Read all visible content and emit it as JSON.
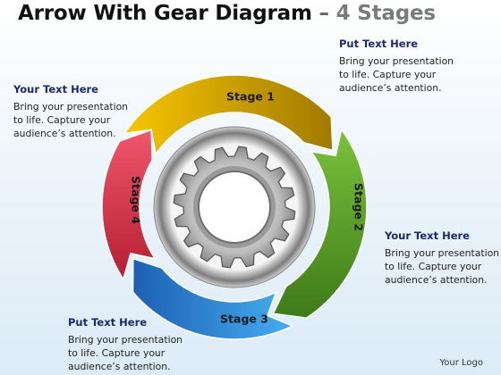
{
  "title": {
    "main": "Arrow With Gear Diagram",
    "separator": "–",
    "stages": "4 Stages"
  },
  "text_blocks": [
    {
      "heading": "Put Text Here",
      "body": [
        "Bring your presentation",
        "to life. Capture your",
        "audience’s attention."
      ]
    },
    {
      "heading": "Your Text Here",
      "body": [
        "Bring your presentation",
        "to life. Capture your",
        "audience’s attention."
      ]
    },
    {
      "heading": "Your Text Here",
      "body": [
        "Bring your presentation",
        "to life. Capture your",
        "audience’s attention."
      ]
    },
    {
      "heading": "Put Text Here",
      "body": [
        "Bring your presentation",
        "to life. Capture your",
        "audience’s attention."
      ]
    }
  ],
  "stages": [
    {
      "label": "Stage 1",
      "color_light": "#f7c600",
      "color_dark": "#a07a00",
      "icon": "arrow-segment"
    },
    {
      "label": "Stage 2",
      "color_light": "#79c23c",
      "color_dark": "#3f7a18",
      "icon": "arrow-segment"
    },
    {
      "label": "Stage 3",
      "color_light": "#46aef0",
      "color_dark": "#1d5fb5",
      "icon": "arrow-segment"
    },
    {
      "label": "Stage 4",
      "color_light": "#f0566c",
      "color_dark": "#b51e33",
      "icon": "arrow-segment"
    }
  ],
  "center_icon": "gear-icon",
  "logo": "Your Logo"
}
